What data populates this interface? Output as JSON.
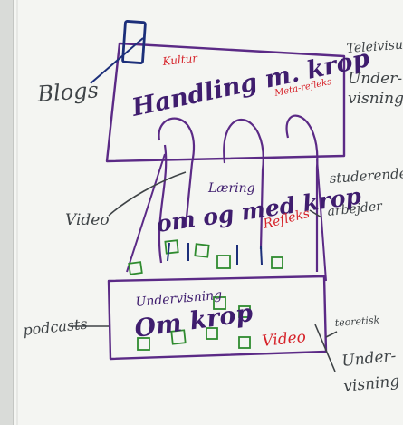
{
  "colors": {
    "purple": "#5b2a86",
    "dark_purple": "#3f1d6e",
    "navy": "#1c2f7a",
    "red": "#d6232a",
    "green": "#2f8b2f",
    "gray": "#3e4346",
    "paper": "#f4f5f2"
  },
  "labels": {
    "blogs": "Blogs",
    "video_left": "Video",
    "podcasts": "podcasts",
    "kultur": "Kultur",
    "handling_main": "Handling m. krop",
    "metarefleks": "Meta-refleks",
    "laering": "Læring",
    "om_og_med_krop": "om og med krop",
    "refleks": "Refleks",
    "undervisning_small": "Undervisning",
    "om_krop": "Om krop",
    "video_right": "Video",
    "right_top_1": "Teleivisuh",
    "right_top_2": "Under-",
    "right_top_3": "visning",
    "studerende": "studerende",
    "arbejde": "arbejder",
    "teoretisk": "teoretisk",
    "right_bot_1": "Under-",
    "right_bot_2": "visning"
  }
}
